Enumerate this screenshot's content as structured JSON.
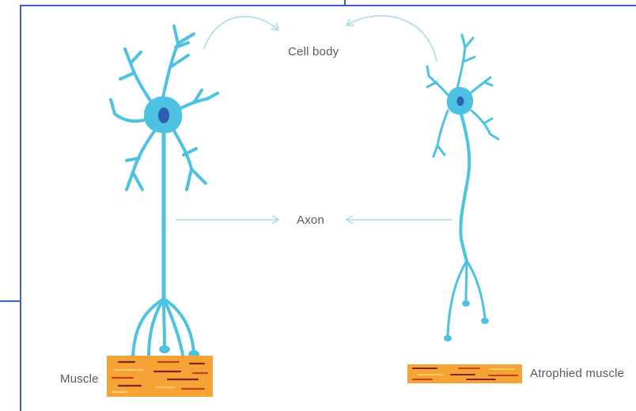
{
  "labels": {
    "cell_body": "Cell body",
    "axon": "Axon",
    "muscle": "Muscle",
    "atrophied_muscle": "Atrophied muscle"
  },
  "colors": {
    "neuron": "#4dc2e2",
    "nucleus": "#2b5fb0",
    "arrow": "#a8dbe8",
    "muscle_fill": "#f5a334",
    "muscle_stripe_dark": "#7a2713",
    "muscle_stripe_red": "#c4401d",
    "muscle_stripe_light": "#ffc86a",
    "frame": "#3a62c9",
    "text": "#555a66"
  },
  "icons": {
    "healthy_neuron": "neuron-icon",
    "degenerated_neuron": "neuron-icon",
    "healthy_muscle": "muscle-fiber-icon",
    "atrophied_muscle": "muscle-fiber-icon"
  }
}
